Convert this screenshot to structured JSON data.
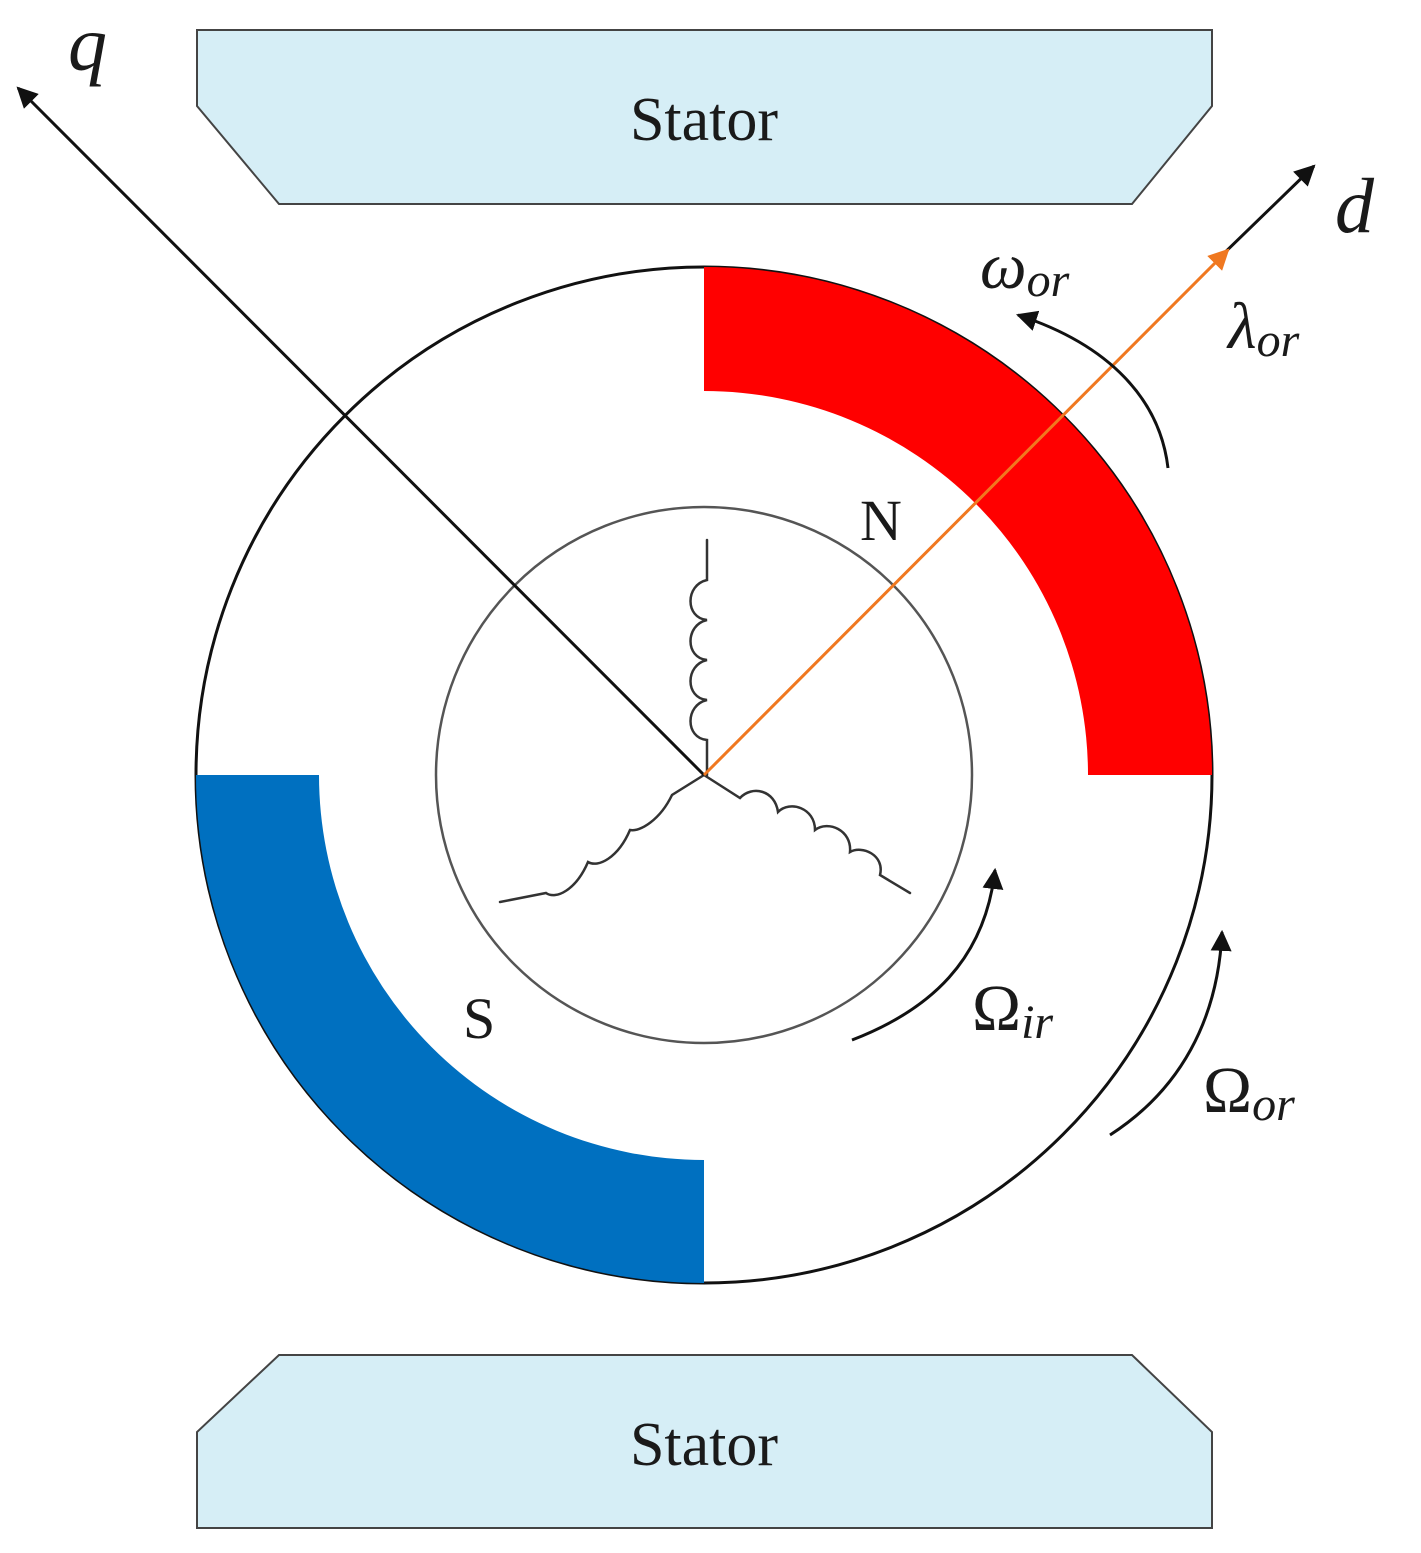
{
  "stator_top": {
    "label": "Stator"
  },
  "stator_bottom": {
    "label": "Stator"
  },
  "axes": {
    "q_label": "q",
    "d_label": "d"
  },
  "poles": {
    "north_label": "N",
    "south_label": "S"
  },
  "symbols": {
    "omega_or": {
      "main": "ω",
      "sub": "or"
    },
    "lambda_or": {
      "main": "λ",
      "sub": "or"
    },
    "Omega_ir": {
      "main": "Ω",
      "sub": "ir"
    },
    "Omega_or": {
      "main": "Ω",
      "sub": "or"
    }
  },
  "colors": {
    "stator_fill": "#d6eef6",
    "north_pole": "#ff0000",
    "south_pole": "#0070c0",
    "flux_vector": "#f07820",
    "line": "#111111"
  }
}
